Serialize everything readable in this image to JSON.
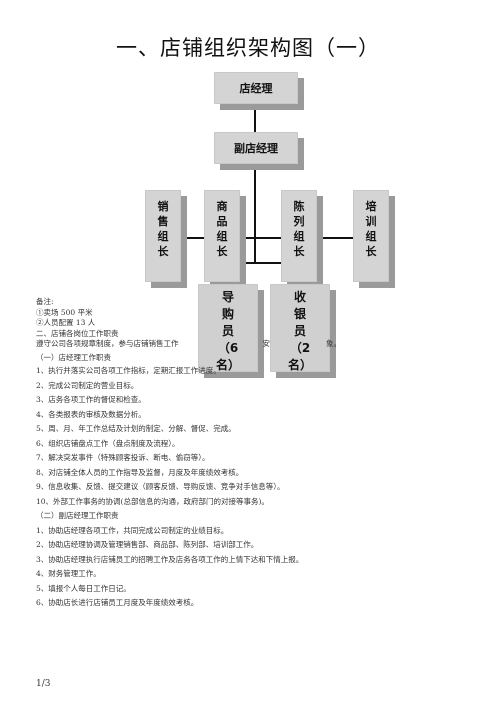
{
  "title": "一、店铺组织架构图（一）",
  "org": {
    "manager": "店经理",
    "deputy": "副店经理",
    "leaders": [
      {
        "id": "sales",
        "chars": [
          "销",
          "售",
          "组",
          "长"
        ]
      },
      {
        "id": "merch",
        "chars": [
          "商",
          "品",
          "组",
          "长"
        ]
      },
      {
        "id": "display",
        "chars": [
          "陈",
          "列",
          "组",
          "长"
        ]
      },
      {
        "id": "training",
        "chars": [
          "培",
          "训",
          "组",
          "长"
        ]
      }
    ],
    "staff": [
      {
        "id": "guide",
        "chars": [
          "导",
          "购",
          "员",
          "（6",
          "名）"
        ]
      },
      {
        "id": "cashier",
        "chars": [
          "收",
          "银",
          "员",
          "（2",
          "名）"
        ]
      }
    ]
  },
  "notes": {
    "remark_label": "备注:",
    "remarks": [
      "①卖场 500 平米",
      "②人员配置 13 人"
    ],
    "section2_title": "二、店铺各岗位工作职责",
    "intro_a": "遵守公司各项规章制度，参与店铺销售工作",
    "intro_b": "安",
    "intro_c": "象。",
    "sub1_title": "（一）店经理工作职责",
    "sub1_items": [
      "1、执行并落实公司各项工作指标，定期汇报工作进度。",
      "2、完成公司制定的营业目标。",
      "3、店务各项工作的督促和检查。",
      "4、各类报表的审核及数据分析。",
      "5、周、月、年工作总结及计划的制定、分解、督促、完成。",
      "6、组织店铺盘点工作（盘点制度及流程）。",
      "7、解决突发事件（特殊顾客投诉、断电、偷窃等）。",
      "8、对店铺全体人员的工作指导及监督，月度及年度绩效考核。",
      "9、信息收集、反馈、提交建议（顾客反馈、导购反馈、竞争对手信息等）。",
      "10、外部工作事务的协调(总部信息的沟通，政府部门的对接等事务)。"
    ],
    "sub2_title": "（二）副店经理工作职责",
    "sub2_items": [
      "1、协助店经理各项工作，共同完成公司制定的业绩目标。",
      "2、协助店经理协调及管理销售部、商品部、陈列部、培训部工作。",
      "3、协助店经理执行店铺员工的招聘工作及店务各项工作的上情下达和下情上报。",
      "4、财务管理工作。",
      "5、填报个人每日工作日记。",
      "6、协助店长进行店铺员工月度及年度绩效考核。"
    ]
  },
  "page_number": "1/3"
}
